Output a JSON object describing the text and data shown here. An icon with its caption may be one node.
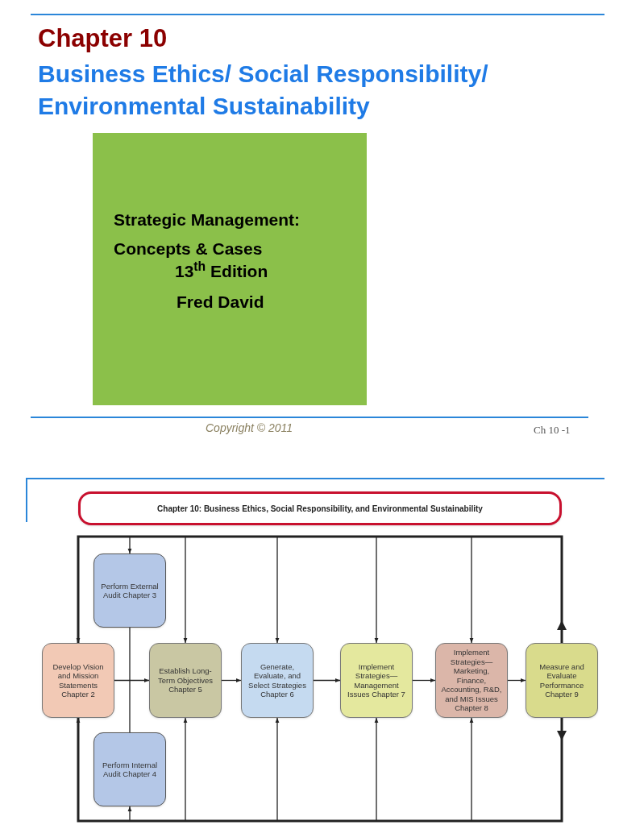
{
  "diagram": {
    "title": "Chapter 10",
    "nodes": [
      {
        "text": [
          "Strategic Management: Concepts & Cases",
          "13$^{th}$ Edition",
          "Fred David"
        ]
      },
      {
        "text": [
          "Chapter 10: Business Ethics, Social Responsibility, and Environmental Sustainability"
        ]
      },
      {
        "text": [
          "Perform External Audit Chapter 3"
        ]
      },
      {
        "text": [
          "Develop Vision and Mission Statements Chapter 2"
        ]
      },
      {
        "text": [
          "Establish Long-Term Objectives Chapter 5"
        ]
      },
      {
        "text": [
          "Generate, Evaluate, and Select Strategies Chapter 6"
        ]
      },
      {
        "text": [
          "Implement Strategies— Management Issues Chapter 7"
        ]
      },
      {
        "text": [
          "Implement Strategies— Marketing, Finance, Accounting, R&D, and MIS Issues Chapter 8"
        ]
      },
      {
        "text": [
          "Measure and Evaluate Performance Chapter 9"
        ]
      },
      {
        "text": [
          "Perform Internal Audit Chapter 4"
        ]
      }
    ],
    "edges": [
      {
        "from": 3,
        "to": 4,
        "arrow": "to"
      },
      {
        "from": 4,
        "to": 5,
        "arrow": "to"
      },
      {
        "from": 5,
        "to": 6,
        "arrow": "to"
      },
      {
        "from": 6,
        "to": 7,
        "arrow": "to"
      },
      {
        "from": 7,
        "to": 8,
        "arrow": "to"
      },
      {
        "from": 2,
        "to": 9,
        "arrow": "none"
      },
      {
        "from": 8,
        "to": 3,
        "arrow": "to",
        "style": "thick"
      },
      {
        "from": 8,
        "to": 3,
        "arrow": "to",
        "style": "thick"
      },
      {
        "from": 8,
        "to": 2,
        "arrow": "to"
      },
      {
        "from": 8,
        "to": 4,
        "arrow": "to"
      },
      {
        "from": 8,
        "to": 5,
        "arrow": "to"
      },
      {
        "from": 8,
        "to": 6,
        "arrow": "to"
      },
      {
        "from": 8,
        "to": 7,
        "arrow": "to"
      },
      {
        "from": 8,
        "to": 9,
        "arrow": "to"
      },
      {
        "from": 8,
        "to": 4,
        "arrow": "to"
      },
      {
        "from": 8,
        "to": 5,
        "arrow": "to"
      },
      {
        "from": 8,
        "to": 6,
        "arrow": "to"
      },
      {
        "from": 8,
        "to": 7,
        "arrow": "to"
      }
    ],
    "labels": [
      "Business Ethics/ Social Responsibility/ Environmental Sustainability",
      "Copyright © 2011",
      "Ch 10 -1"
    ]
  }
}
